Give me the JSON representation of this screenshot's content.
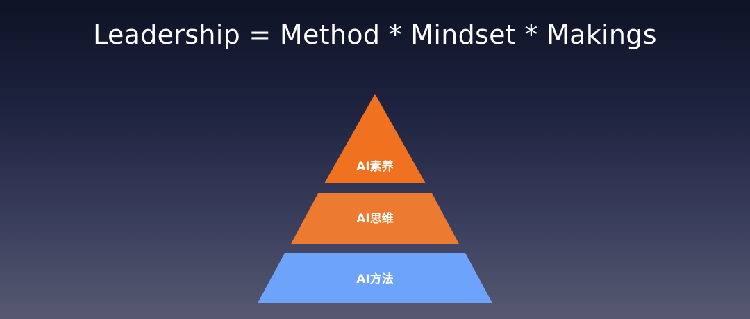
{
  "slide": {
    "title": "Leadership = Method * Mindset * Makings",
    "background_colors": [
      "#0f1325",
      "#56596f"
    ],
    "title_color": "#ffffff"
  },
  "pyramid": {
    "tiers": [
      {
        "label": "AI素养",
        "color": "#f07220"
      },
      {
        "label": "AI思维",
        "color": "#ec7a30"
      },
      {
        "label": "AI方法",
        "color": "#6ea3fb"
      }
    ]
  }
}
